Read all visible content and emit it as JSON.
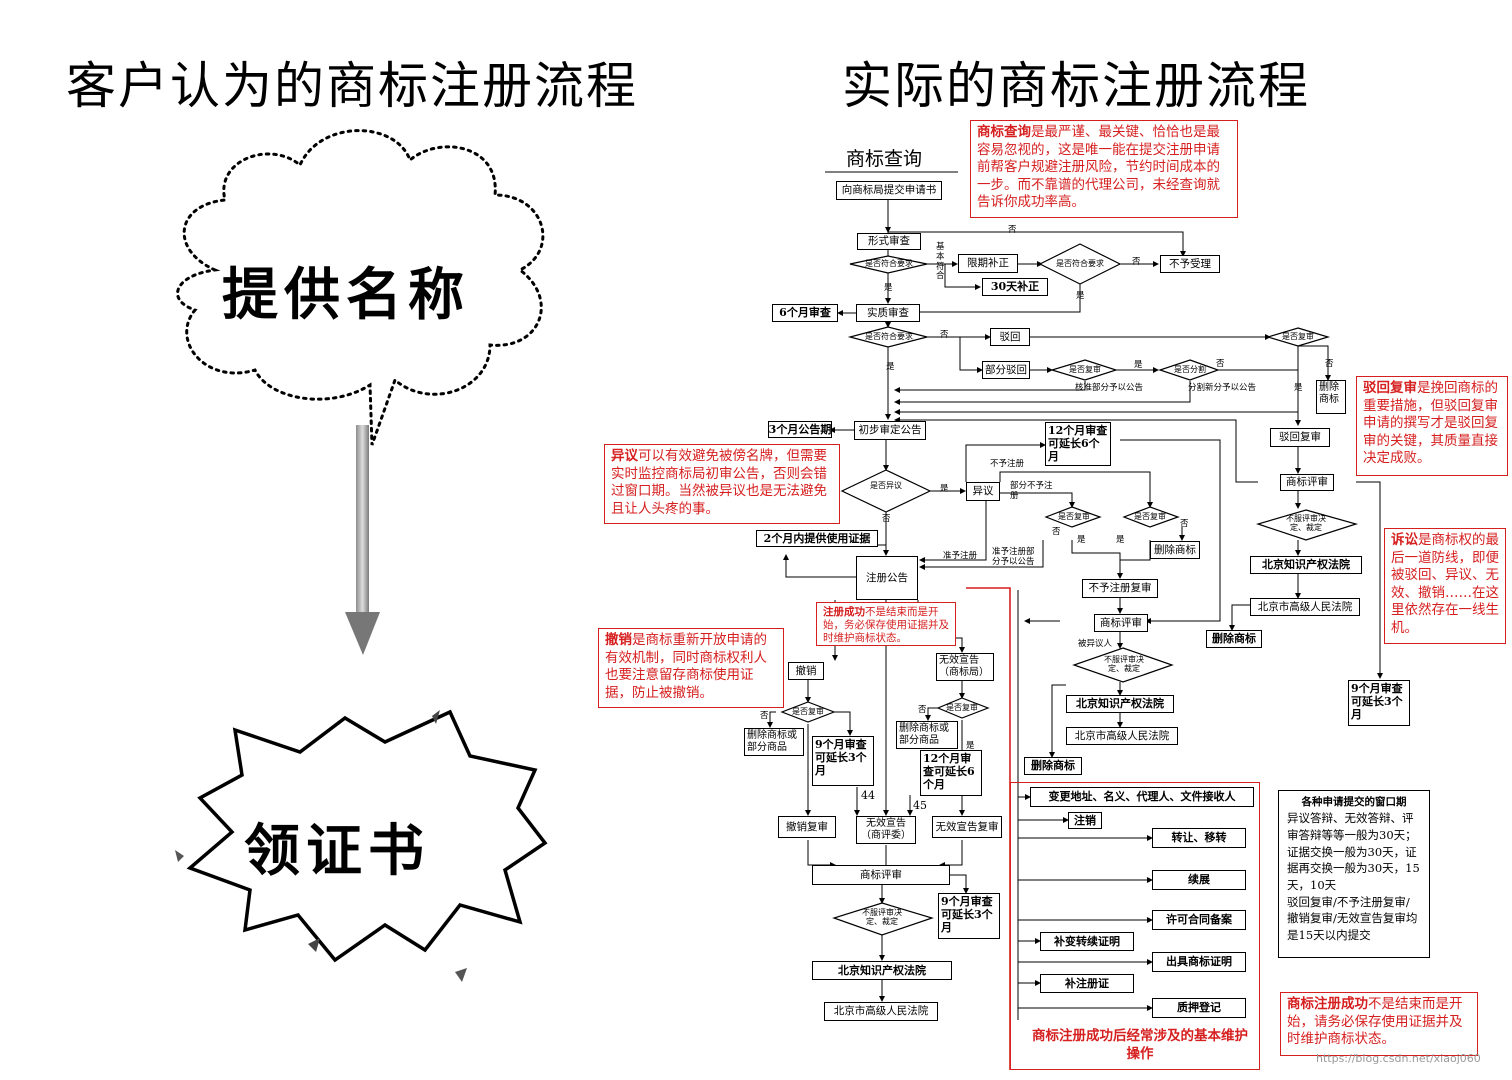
{
  "left": {
    "title": "客户认为的商标注册流程",
    "cloud_text": "提供名称",
    "burst_text": "领证书"
  },
  "right": {
    "title": "实际的商标注册流程"
  },
  "flow": {
    "search": "商标查询",
    "submit": "向商标局提交申请书",
    "formal": "形式审查",
    "d_formal": "是否符合要求",
    "basic_ok": "基本符合",
    "supplement": "限期补正",
    "supplement_30": "30天补正",
    "d_supp": "是否符合要求",
    "reject_accept": "不予受理",
    "substantive": "实质审查",
    "six_months": "6个月审查",
    "d_subst": "是否符合要求",
    "rejection": "驳回",
    "partial_rejection": "部分驳回",
    "d_partial_review": "是否复审",
    "d_split": "是否分割",
    "approve_partial": "核准部分予以公告",
    "split_note": "分割新分予以公告",
    "d_review_top": "是否复审",
    "delete_mark_r": "删除商标",
    "rejection_review": "驳回复审",
    "mark_review_r": "商标评审",
    "d_r_review": "不服评审决定、裁定",
    "bj_ip_court_r": "北京知识产权法院",
    "bj_high_court_r": "北京市高级人民法院",
    "nine_months_r": "9个月审查可延长3个月",
    "three_months": "3个月公告期",
    "prelim": "初步审定公告",
    "twelve_top": "12个月审查可延长6个月",
    "d_opposition": "是否异议",
    "opposition": "异议",
    "not_register": "不予注册",
    "partial_not": "部分不予注册",
    "d_rev_a": "是否复审",
    "d_rev_b": "是否复审",
    "delete_mark_mid": "删除商标",
    "not_reg_review": "不予注册复审",
    "mark_review_mid": "商标评审",
    "opposer": "被异议人",
    "d_mid_review": "不服评审决定、裁定",
    "bj_ip_court_mid": "北京知识产权法院",
    "bj_high_court_mid": "北京市高级人民法院",
    "delete_mark_mid2": "删除商标",
    "delete_mark_big": "删除商标",
    "two_months": "2个月内提供使用证据",
    "reg_announce": "注册公告",
    "grant_reg": "准予注册",
    "grant_partial": "准予注册部分予以公告",
    "revocation": "撤销",
    "d_rev_c": "是否复审",
    "delete_goods": "删除商标或部分商品",
    "nine_months_a": "9个月审查可延长3个月",
    "invalid_decl": "无效宣告（商标局）",
    "d_rev_d": "是否复审",
    "delete_goods2": "删除商标或部分商品",
    "twelve_b": "12个月审查可延长6个月",
    "n44": "44",
    "n45": "45",
    "rev_review": "撤销复审",
    "invalid_decl2": "无效宣告（商评委）",
    "invalid_review": "无效宣告复审",
    "mark_review_bot": "商标评审",
    "nine_months_b": "9个月审查可延长3个月",
    "d_bot_review": "不服评审决定、裁定",
    "bj_ip_court_bot": "北京知识产权法院",
    "bj_high_court_bot": "北京市高级人民法院",
    "yes": "是",
    "no": "否",
    "maint": [
      "变更地址、名义、代理人、文件接收人",
      "注销",
      "转让、移转",
      "续展",
      "许可合同备案",
      "补变转续证明",
      "出具商标证明",
      "补注册证",
      "质押登记"
    ],
    "maint_caption": "商标注册成功后经常涉及的基本维护操作"
  },
  "callouts": {
    "search": {
      "bold": "商标查询",
      "text": "是最严谨、最关键、恰恰也是最容易忽视的，这是唯一能在提交注册申请前帮客户规避注册风险，节约时间成本的一步。而不靠谱的代理公司，未经查询就告诉你成功率高。"
    },
    "review": {
      "bold": "驳回复审",
      "text": "是挽回商标的重要措施，但驳回复审申请的撰写才是驳回复审的关键，其质量直接决定成败。"
    },
    "opposition": {
      "bold": "异议",
      "text": "可以有效避免被傍名牌，但需要实时监控商标局初审公告，否则会错过窗口期。当然被异议也是无法避免且让人头疼的事。"
    },
    "lawsuit": {
      "bold": "诉讼",
      "text": "是商标权的最后一道防线，即便被驳回、异议、无效、撤销……在这里依然存在一线生机。"
    },
    "reg_success": {
      "bold": "注册成功",
      "text": "不是结束而是开始，务必保存使用证据并及时维护商标状态。"
    },
    "revocation": {
      "bold": "撤销",
      "text": "是商标重新开放申请的有效机制，同时商标权利人也要注意留存商标使用证据，防止被撤销。"
    },
    "final": {
      "bold": "商标注册成功",
      "text": "不是结束而是开始，请务必保存使用证据并及时维护商标状态。"
    }
  },
  "deadline_note": {
    "title": "各种申请提交的窗口期",
    "text": "异议答辩、无效答辩、评审答辩等等一般为30天；证据交换一般为30天，证据再交换一般为30天，15天，10天",
    "text2": "驳回复审/不予注册复审/撤销复审/无效宣告复审均是15天以内提交"
  },
  "watermark": "https://blog.csdn.net/xiaoj060"
}
